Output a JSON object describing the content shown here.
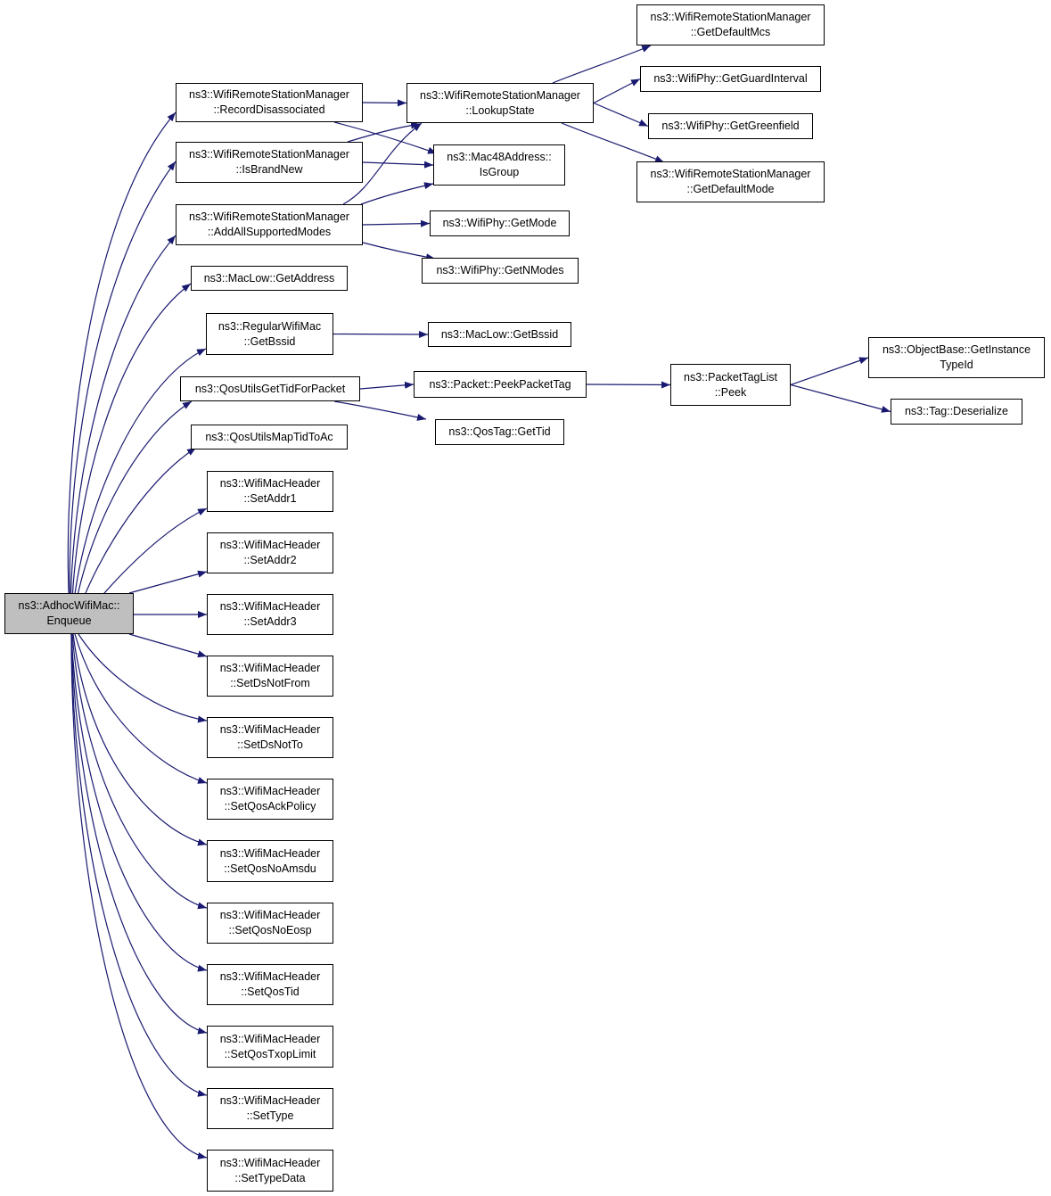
{
  "colors": {
    "edge": "#191970",
    "node_border": "#000000",
    "root_fill": "#bfbfbf",
    "node_fill": "#ffffff"
  },
  "nodes": {
    "enqueue": [
      "ns3::AdhocWifiMac::",
      "Enqueue"
    ],
    "record_disassociated": [
      "ns3::WifiRemoteStationManager",
      "::RecordDisassociated"
    ],
    "is_brand_new": [
      "ns3::WifiRemoteStationManager",
      "::IsBrandNew"
    ],
    "add_all_supported_modes": [
      "ns3::WifiRemoteStationManager",
      "::AddAllSupportedModes"
    ],
    "maclow_get_address": [
      "ns3::MacLow::GetAddress"
    ],
    "regular_get_bssid": [
      "ns3::RegularWifiMac",
      "::GetBssid"
    ],
    "qos_get_tid_for_packet": [
      "ns3::QosUtilsGetTidForPacket"
    ],
    "qos_map_tid_to_ac": [
      "ns3::QosUtilsMapTidToAc"
    ],
    "set_addr1": [
      "ns3::WifiMacHeader",
      "::SetAddr1"
    ],
    "set_addr2": [
      "ns3::WifiMacHeader",
      "::SetAddr2"
    ],
    "set_addr3": [
      "ns3::WifiMacHeader",
      "::SetAddr3"
    ],
    "set_ds_not_from": [
      "ns3::WifiMacHeader",
      "::SetDsNotFrom"
    ],
    "set_ds_not_to": [
      "ns3::WifiMacHeader",
      "::SetDsNotTo"
    ],
    "set_qos_ack_policy": [
      "ns3::WifiMacHeader",
      "::SetQosAckPolicy"
    ],
    "set_qos_no_amsdu": [
      "ns3::WifiMacHeader",
      "::SetQosNoAmsdu"
    ],
    "set_qos_no_eosp": [
      "ns3::WifiMacHeader",
      "::SetQosNoEosp"
    ],
    "set_qos_tid": [
      "ns3::WifiMacHeader",
      "::SetQosTid"
    ],
    "set_qos_txop_limit": [
      "ns3::WifiMacHeader",
      "::SetQosTxopLimit"
    ],
    "set_type": [
      "ns3::WifiMacHeader",
      "::SetType"
    ],
    "set_type_data": [
      "ns3::WifiMacHeader",
      "::SetTypeData"
    ],
    "lookup_state": [
      "ns3::WifiRemoteStationManager",
      "::LookupState"
    ],
    "is_group": [
      "ns3::Mac48Address::",
      "IsGroup"
    ],
    "get_mode": [
      "ns3::WifiPhy::GetMode"
    ],
    "get_n_modes": [
      "ns3::WifiPhy::GetNModes"
    ],
    "maclow_get_bssid": [
      "ns3::MacLow::GetBssid"
    ],
    "peek_packet_tag": [
      "ns3::Packet::PeekPacketTag"
    ],
    "qostag_get_tid": [
      "ns3::QosTag::GetTid"
    ],
    "get_default_mcs": [
      "ns3::WifiRemoteStationManager",
      "::GetDefaultMcs"
    ],
    "get_guard_interval": [
      "ns3::WifiPhy::GetGuardInterval"
    ],
    "get_greenfield": [
      "ns3::WifiPhy::GetGreenfield"
    ],
    "get_default_mode": [
      "ns3::WifiRemoteStationManager",
      "::GetDefaultMode"
    ],
    "tag_list_peek": [
      "ns3::PacketTagList",
      "::Peek"
    ],
    "get_instance_type_id": [
      "ns3::ObjectBase::GetInstance",
      "TypeId"
    ],
    "tag_deserialize": [
      "ns3::Tag::Deserialize"
    ]
  },
  "edges": [
    [
      "enqueue",
      "record_disassociated"
    ],
    [
      "enqueue",
      "is_brand_new"
    ],
    [
      "enqueue",
      "add_all_supported_modes"
    ],
    [
      "enqueue",
      "maclow_get_address"
    ],
    [
      "enqueue",
      "regular_get_bssid"
    ],
    [
      "enqueue",
      "qos_get_tid_for_packet"
    ],
    [
      "enqueue",
      "qos_map_tid_to_ac"
    ],
    [
      "enqueue",
      "set_addr1"
    ],
    [
      "enqueue",
      "set_addr2"
    ],
    [
      "enqueue",
      "set_addr3"
    ],
    [
      "enqueue",
      "set_ds_not_from"
    ],
    [
      "enqueue",
      "set_ds_not_to"
    ],
    [
      "enqueue",
      "set_qos_ack_policy"
    ],
    [
      "enqueue",
      "set_qos_no_amsdu"
    ],
    [
      "enqueue",
      "set_qos_no_eosp"
    ],
    [
      "enqueue",
      "set_qos_tid"
    ],
    [
      "enqueue",
      "set_qos_txop_limit"
    ],
    [
      "enqueue",
      "set_type"
    ],
    [
      "enqueue",
      "set_type_data"
    ],
    [
      "record_disassociated",
      "lookup_state"
    ],
    [
      "record_disassociated",
      "is_group"
    ],
    [
      "is_brand_new",
      "lookup_state"
    ],
    [
      "is_brand_new",
      "is_group"
    ],
    [
      "add_all_supported_modes",
      "lookup_state"
    ],
    [
      "add_all_supported_modes",
      "is_group"
    ],
    [
      "add_all_supported_modes",
      "get_mode"
    ],
    [
      "add_all_supported_modes",
      "get_n_modes"
    ],
    [
      "lookup_state",
      "get_default_mcs"
    ],
    [
      "lookup_state",
      "get_guard_interval"
    ],
    [
      "lookup_state",
      "get_greenfield"
    ],
    [
      "lookup_state",
      "get_default_mode"
    ],
    [
      "regular_get_bssid",
      "maclow_get_bssid"
    ],
    [
      "qos_get_tid_for_packet",
      "peek_packet_tag"
    ],
    [
      "qos_get_tid_for_packet",
      "qostag_get_tid"
    ],
    [
      "peek_packet_tag",
      "tag_list_peek"
    ],
    [
      "tag_list_peek",
      "get_instance_type_id"
    ],
    [
      "tag_list_peek",
      "tag_deserialize"
    ]
  ]
}
